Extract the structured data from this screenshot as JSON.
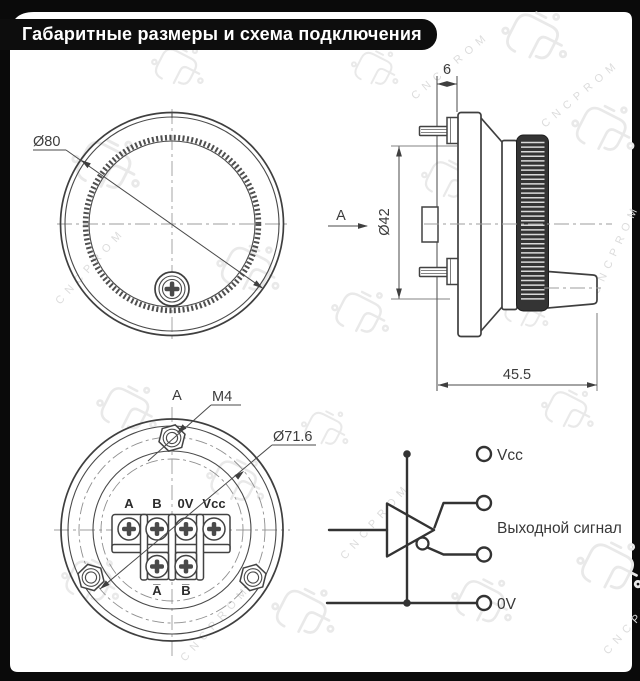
{
  "banner": {
    "title": "Габаритные размеры и схема подключения"
  },
  "watermark": {
    "text": "CNCPROM"
  },
  "colors": {
    "frame": "#0a0a0a",
    "banner_bg": "#0d0d0d",
    "paper": "#ffffff",
    "line": "#3f3f3f",
    "knurl_fill": "#343434",
    "watermark": "#e9e9e9"
  },
  "front_view": {
    "diameter_label": "Ø80"
  },
  "side_view": {
    "view_arrow_label": "A",
    "stud_length_label": "6",
    "body_diameter_label": "Ø42",
    "total_length_label": "45.5"
  },
  "rear_view": {
    "view_label": "A",
    "thread_label": "M4",
    "bolt_circle_label": "Ø71.6",
    "terminals_top": [
      "A",
      "B",
      "0V",
      "Vcc"
    ],
    "terminals_bottom": [
      "A̅",
      "B̅"
    ]
  },
  "schematic": {
    "vcc_label": "Vcc",
    "output_label": "Выходной сигнал",
    "gnd_label": "0V"
  }
}
